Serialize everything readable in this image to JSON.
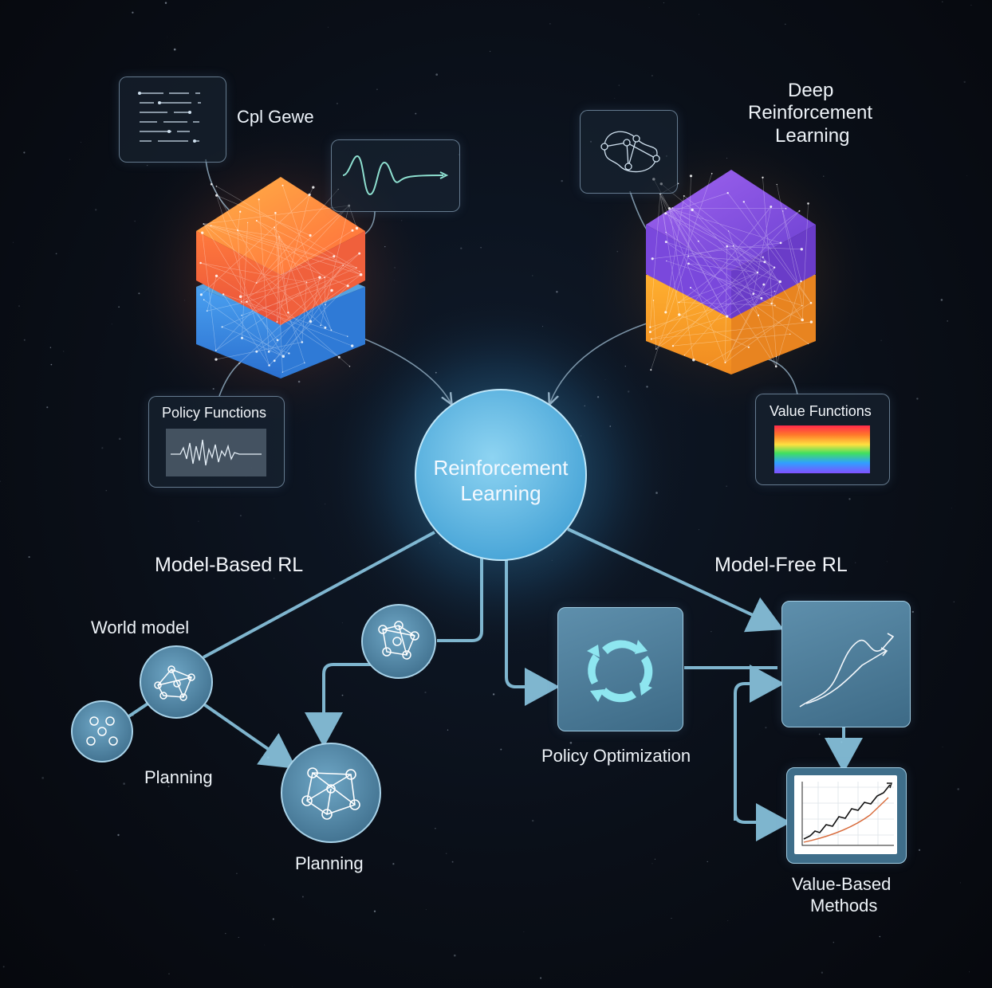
{
  "center": {
    "line1": "Reinforcement",
    "line2": "Learning"
  },
  "labels": {
    "top_left_caption": "Cpl Gewe",
    "drl_line1": "Deep",
    "drl_line2": "Reinforcement",
    "drl_line3": "Learning",
    "policy_functions": "Policy Functions",
    "value_functions": "Value Functions",
    "model_based": "Model-Based RL",
    "model_free": "Model-Free RL",
    "world_model": "World model",
    "planning_small": "Planning",
    "planning_big": "Planning",
    "policy_optimization": "Policy Optimization",
    "value_based_line1": "Value-Based",
    "value_based_line2": "Methods"
  },
  "colors": {
    "background": "#0a0f18",
    "accent": "#7fc6e6",
    "connector": "#8cc8e3",
    "orange_cube": "#f08a3c",
    "blue_cube": "#3d8fe0",
    "purple_cube": "#8a55e0"
  },
  "icons": [
    "code-icon",
    "waveform-icon",
    "network-icon",
    "cycle-arrows-icon",
    "trend-chart-icon",
    "line-chart-icon",
    "spectrum-icon"
  ]
}
